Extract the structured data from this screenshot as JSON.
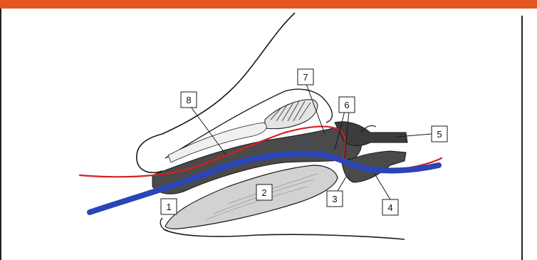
{
  "colors": {
    "banner": "#e2571f",
    "frame": "#222222",
    "outline": "#1a1a1a",
    "tissue_dark": "#3a3a3a",
    "tissue_mid": "#8a8a8a",
    "tissue_light": "#d6d6d6",
    "red_path": "#d42020",
    "blue_path": "#2a45b8",
    "label_box_fill": "#ffffff"
  },
  "diagram": {
    "labels": [
      {
        "id": "label-1",
        "text": "1"
      },
      {
        "id": "label-2",
        "text": "2"
      },
      {
        "id": "label-3",
        "text": "3"
      },
      {
        "id": "label-4",
        "text": "4"
      },
      {
        "id": "label-5",
        "text": "5"
      },
      {
        "id": "label-6",
        "text": "6"
      },
      {
        "id": "label-7",
        "text": "7"
      },
      {
        "id": "label-8",
        "text": "8"
      }
    ]
  }
}
